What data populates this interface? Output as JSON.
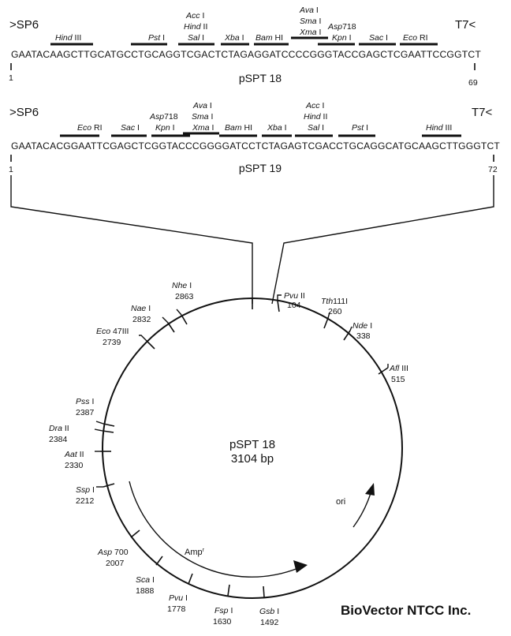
{
  "pspt18": {
    "left_label": ">SP6",
    "right_label": "T7<",
    "sequence": "GAATACAAGCTTGCATGCCTGCAGGTCGACTCTAGAGGATCCCCGGGTACCGAGCTCGAATTCCGGTCT",
    "start_pos": "1",
    "end_pos": "69",
    "name": "pSPT 18",
    "sites": [
      {
        "name": "Hind",
        "suffix": "III"
      },
      {
        "name": "Pst",
        "suffix": "I"
      },
      {
        "name": "Acc",
        "suffix": "I"
      },
      {
        "name": "Hind",
        "suffix": "II"
      },
      {
        "name": "Sal",
        "suffix": "I"
      },
      {
        "name": "Xba",
        "suffix": "I"
      },
      {
        "name": "Bam",
        "suffix": "HI"
      },
      {
        "name": "Ava",
        "suffix": "I"
      },
      {
        "name": "Sma",
        "suffix": "I"
      },
      {
        "name": "Xma",
        "suffix": "I"
      },
      {
        "name": "Asp",
        "suffix": "718"
      },
      {
        "name": "Kpn",
        "suffix": "I"
      },
      {
        "name": "Sac",
        "suffix": "I"
      },
      {
        "name": "Eco",
        "suffix": "RI"
      }
    ]
  },
  "pspt19": {
    "left_label": ">SP6",
    "right_label": "T7<",
    "sequence": "GAATACACGGAATTCGAGCTCGGTACCCGGGGATCCTCTAGAGTCGACCTGCAGGCATGCAAGCTTGGGTCT",
    "start_pos": "1",
    "end_pos": "72",
    "name": "pSPT 19",
    "sites": [
      {
        "name": "Eco",
        "suffix": "RI"
      },
      {
        "name": "Sac",
        "suffix": "I"
      },
      {
        "name": "Asp",
        "suffix": "718"
      },
      {
        "name": "Kpn",
        "suffix": "I"
      },
      {
        "name": "Ava",
        "suffix": "I"
      },
      {
        "name": "Sma",
        "suffix": "I"
      },
      {
        "name": "Xma",
        "suffix": "I"
      },
      {
        "name": "Bam",
        "suffix": "HI"
      },
      {
        "name": "Xba",
        "suffix": "I"
      },
      {
        "name": "Acc",
        "suffix": "I"
      },
      {
        "name": "Hind",
        "suffix": "II"
      },
      {
        "name": "Sal",
        "suffix": "I"
      },
      {
        "name": "Pst",
        "suffix": "I"
      },
      {
        "name": "Hind",
        "suffix": "III"
      }
    ]
  },
  "plasmid": {
    "name": "pSPT 18",
    "size": "3104 bp",
    "ori_label": "ori",
    "amp_label": "Amp",
    "amp_sup": "r",
    "sites": [
      {
        "name": "Pvu",
        "suffix": "II",
        "pos": "104"
      },
      {
        "name": "Tth",
        "suffix": "111I",
        "pos": "260"
      },
      {
        "name": "Nde",
        "suffix": "I",
        "pos": "338"
      },
      {
        "name": "Afl",
        "suffix": "III",
        "pos": "515"
      },
      {
        "name": "Gsb",
        "suffix": "I",
        "pos": "1492"
      },
      {
        "name": "Fsp",
        "suffix": "I",
        "pos": "1630"
      },
      {
        "name": "Pvu",
        "suffix": "I",
        "pos": "1778"
      },
      {
        "name": "Sca",
        "suffix": "I",
        "pos": "1888"
      },
      {
        "name": "Asp",
        "suffix": "700",
        "pos": "2007"
      },
      {
        "name": "Ssp",
        "suffix": "I",
        "pos": "2212"
      },
      {
        "name": "Aat",
        "suffix": "II",
        "pos": "2330"
      },
      {
        "name": "Dra",
        "suffix": "II",
        "pos": "2384"
      },
      {
        "name": "Pss",
        "suffix": "I",
        "pos": "2387"
      },
      {
        "name": "Eco",
        "suffix": "47III",
        "pos": "2739"
      },
      {
        "name": "Nae",
        "suffix": "I",
        "pos": "2832"
      },
      {
        "name": "Nhe",
        "suffix": "I",
        "pos": "2863"
      }
    ]
  },
  "company": "BioVector NTCC Inc."
}
